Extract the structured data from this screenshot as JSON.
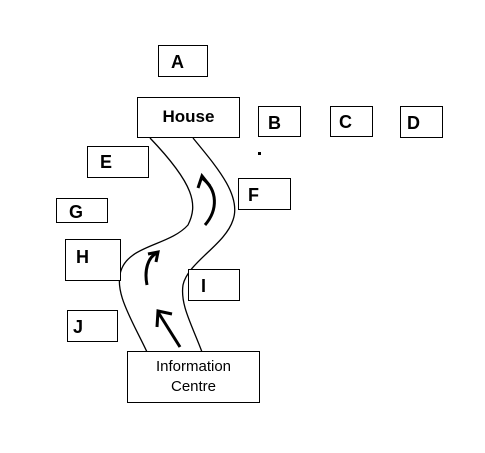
{
  "house": {
    "label": "House"
  },
  "information_centre": {
    "line1": "Information",
    "line2": "Centre"
  },
  "labels": {
    "A": "A",
    "B": "B",
    "C": "C",
    "D": "D",
    "E": "E",
    "F": "F",
    "G": "G",
    "H": "H",
    "I": "I",
    "J": "J"
  },
  "colors": {
    "stroke": "#000000",
    "background": "#ffffff"
  }
}
